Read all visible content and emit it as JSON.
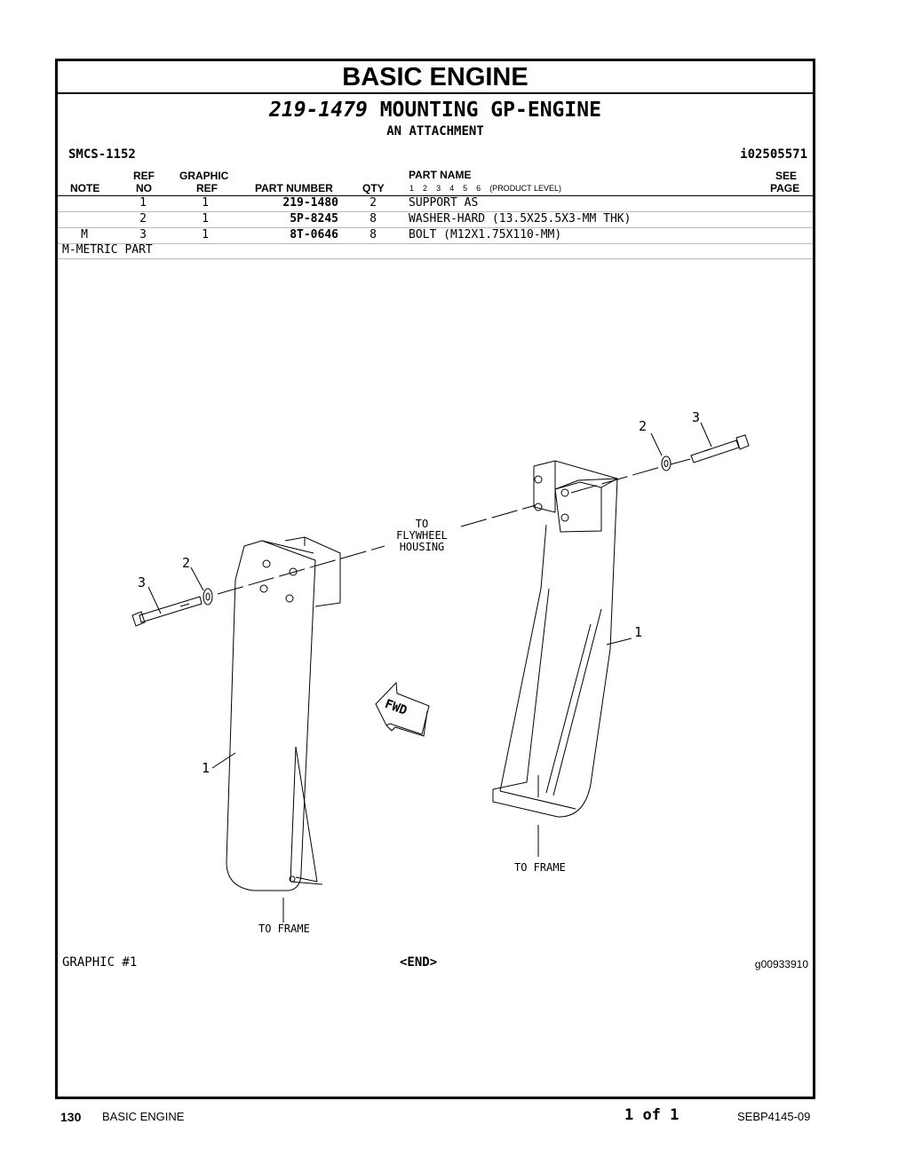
{
  "header": {
    "section_title": "BASIC ENGINE",
    "group_number": "219-1479",
    "group_name": "MOUNTING GP-ENGINE",
    "group_sub": "AN ATTACHMENT",
    "smcs": "SMCS-1152",
    "illustration_id": "i02505571"
  },
  "columns": {
    "note": "NOTE",
    "ref_no_1": "REF",
    "ref_no_2": "NO",
    "graphic_ref_1": "GRAPHIC",
    "graphic_ref_2": "REF",
    "part_number": "PART NUMBER",
    "qty": "QTY",
    "part_name": "PART NAME",
    "levels": [
      "1",
      "2",
      "3",
      "4",
      "5",
      "6"
    ],
    "product_level": "(PRODUCT LEVEL)",
    "see_page_1": "SEE",
    "see_page_2": "PAGE"
  },
  "parts": [
    {
      "note": "",
      "ref_no": "1",
      "graphic_ref": "1",
      "part_number": "219-1480",
      "qty": "2",
      "part_name": "SUPPORT AS"
    },
    {
      "note": "",
      "ref_no": "2",
      "graphic_ref": "1",
      "part_number": "5P-8245",
      "qty": "8",
      "part_name": "WASHER-HARD (13.5X25.5X3-MM THK)"
    },
    {
      "note": "M",
      "ref_no": "3",
      "graphic_ref": "1",
      "part_number": "8T-0646",
      "qty": "8",
      "part_name": "BOLT (M12X1.75X110-MM)"
    }
  ],
  "notes": {
    "metric": "M-METRIC PART"
  },
  "illustration": {
    "callout_1": "1",
    "callout_2": "2",
    "callout_3": "3",
    "label_flywheel_1": "TO",
    "label_flywheel_2": "FLYWHEEL",
    "label_flywheel_3": "HOUSING",
    "label_frame": "TO FRAME",
    "fwd": "FWD"
  },
  "graphic": {
    "label": "GRAPHIC #1",
    "end": "<END>",
    "id": "g00933910"
  },
  "footer": {
    "page_number": "130",
    "section": "BASIC ENGINE",
    "page_of": "1 of 1",
    "doc_id": "SEBP4145-09"
  }
}
